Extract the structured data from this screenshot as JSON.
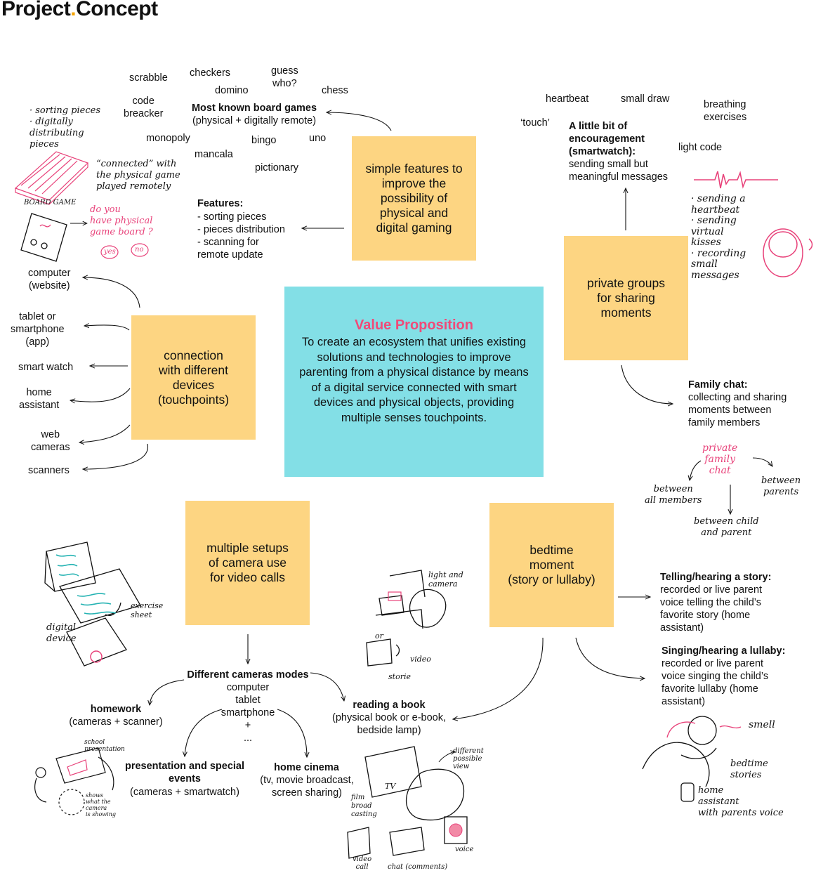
{
  "title": {
    "part1": "Project",
    "dot": ".",
    "part2": "Concept"
  },
  "center": {
    "heading": "Value Proposition",
    "text": "To create an ecosystem that unifies existing solutions and technologies to improve parenting from a physical distance by means of a digital service connected with smart devices and physical objects, providing multiple senses touchpoints."
  },
  "notes": {
    "gaming": "simple features to\nimprove the\npossibility of\nphysical and\ndigital gaming",
    "groups": "private groups\nfor sharing\nmoments",
    "devices": "connection\nwith different\ndevices\n(touchpoints)",
    "camera": "multiple setups\nof camera use\nfor video calls",
    "bedtime": "bedtime\nmoment\n(story or lullaby)"
  },
  "games": {
    "scrabble": "scrabble",
    "checkers": "checkers",
    "guess": "guess\nwho?",
    "code": "code\nbreacker",
    "domino": "domino",
    "chess": "chess",
    "heading": "Most known board games",
    "sub": "(physical + digitally remote)",
    "monopoly": "monopoly",
    "bingo": "bingo",
    "uno": "uno",
    "mancala": "mancala",
    "pictionary": "pictionary"
  },
  "features": {
    "heading": "Features:",
    "items": "- sorting pieces\n- pieces distribution\n- scanning for\nremote update"
  },
  "encouragement": {
    "heartbeat": "heartbeat",
    "small_draw": "small draw",
    "breathing": "breathing\nexercises",
    "touch": "‘touch’",
    "heading": "A little bit of\nencouragement\n(smartwatch):",
    "text": "sending small but\nmeaningful messages",
    "light_code": "light code"
  },
  "family_chat": {
    "heading": "Family chat:",
    "text": "collecting and sharing\nmoments between\nfamily members"
  },
  "devices": {
    "computer": "computer\n(website)",
    "tablet": "tablet or\nsmartphone\n(app)",
    "watch": "smart watch",
    "home": "home\nassistant",
    "webcam": "web\ncameras",
    "scanners": "scanners"
  },
  "cameras": {
    "heading": "Different cameras modes",
    "list": "computer\ntablet\nsmartphone\n+\n...",
    "homework_h": "homework",
    "homework_t": "(cameras + scanner)",
    "reading_h": "reading a book",
    "reading_t": "(physical book or e-book,\nbedside lamp)",
    "pres_h": "presentation and special\nevents",
    "pres_t": "(cameras + smartwatch)",
    "cinema_h": "home cinema",
    "cinema_t": "(tv, movie broadcast,\nscreen sharing)"
  },
  "bedtime": {
    "story_h": "Telling/hearing a story:",
    "story_t": "recorded or live parent\nvoice telling the child’s\nfavorite story (home\nassistant)",
    "lullaby_h": "Singing/hearing a lullaby:",
    "lullaby_t": "recorded or live parent\nvoice singing the child’s\nfavorite lullaby (home\nassistant)"
  },
  "sketch": {
    "sorting": "· sorting pieces\n· digitally\n  distributing\n  pieces",
    "connected": "“connected” with\nthe physical game\nplayed remotely",
    "board": "BOARD GAME",
    "question": "do you\nhave physical\ngame board ?",
    "yes": "yes",
    "no": "no",
    "watch_notes": "· sending a\n  heartbeat\n· sending\n  virtual\n  kisses\n· recording\n  small\n  messages",
    "pfc": "private\nfamily\nchat",
    "all_members": "between\nall members",
    "between_parents": "between\nparents",
    "child_parent": "between child\nand parent",
    "exercise": "exercise\nsheet",
    "digital_device": "digital\ndevice",
    "light_camera": "light and\ncamera",
    "or": "or",
    "video": "video",
    "storie": "storie",
    "school_pres": "school\npresentation",
    "shows": "shows\nwhat the\ncamera\nis showing",
    "tv": "TV",
    "diff_view": "different\npossible\nview",
    "film": "film\nbroad\ncasting",
    "video_call": "video\ncall",
    "chat": "chat (comments)",
    "voice": "voice",
    "smell": "smell",
    "bedtime_stories": "bedtime\nstories",
    "home_assistant": "home\nassistant\nwith parents voice"
  }
}
